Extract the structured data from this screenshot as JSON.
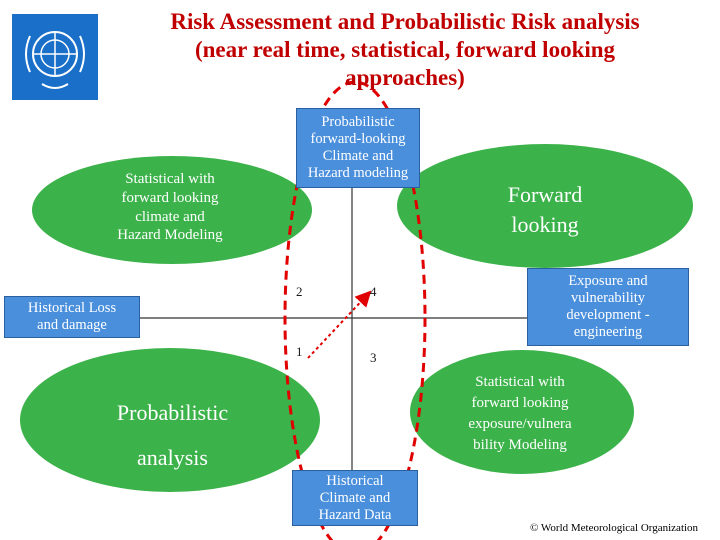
{
  "title": {
    "line1": "Risk Assessment and Probabilistic Risk analysis",
    "line2": "(near real time, statistical, forward looking",
    "line3": "approaches)"
  },
  "boxes": {
    "top": [
      "Probabilistic",
      "forward-looking",
      "Climate and",
      "Hazard modeling"
    ],
    "bottom": [
      "Historical",
      "Climate and",
      "Hazard Data"
    ],
    "left": [
      "Historical Loss",
      "and damage"
    ],
    "right": [
      "Exposure and",
      "vulnerability",
      "development -",
      "engineering"
    ]
  },
  "ellipses": {
    "top_left": [
      "Statistical with",
      "forward looking",
      "climate and",
      "Hazard Modeling"
    ],
    "top_right": [
      "Forward",
      "looking"
    ],
    "bottom_left": [
      "Probabilistic",
      "analysis"
    ],
    "bottom_right": [
      "Statistical with",
      "forward looking",
      "exposure/vulnera",
      "bility Modeling"
    ]
  },
  "quadrant_numbers": {
    "q2": "2",
    "q4": "4",
    "q1": "1",
    "q3": "3"
  },
  "credit": "© World Meteorological Organization",
  "colors": {
    "title": "#c00000",
    "ellipse_green": "#3cb24a",
    "box_blue": "#4a8fdc",
    "dashed_red": "#e00000",
    "axis": "#333333"
  },
  "icons": {
    "logo": "wmo-emblem-icon"
  }
}
